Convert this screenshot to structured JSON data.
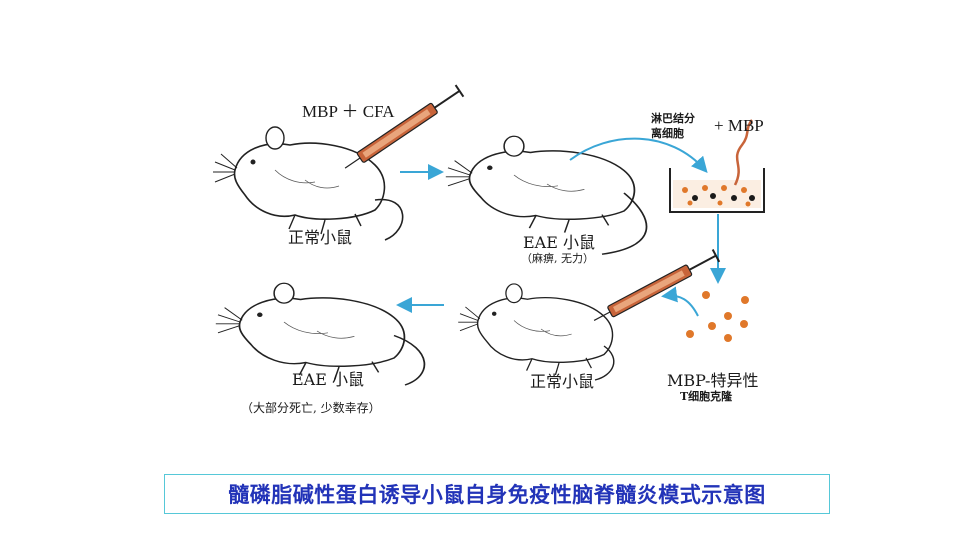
{
  "labels": {
    "injection_top": "MBP ＋ CFA",
    "normal_mouse_1": "正常小鼠",
    "eae_mouse_1": "EAE 小鼠",
    "eae_symptom": "（麻痹, 无力）",
    "lymph_cells": "淋巴结分\n离细胞",
    "plus_mbp": "+ MBP",
    "mbp_tcell_line1": "MBP-特异性",
    "mbp_tcell_line2": "T细胞克隆",
    "normal_mouse_2": "正常小鼠",
    "eae_mouse_2": "EAE 小鼠",
    "eae_outcome": "（大部分死亡, 少数幸存）"
  },
  "caption": "髓磷脂碱性蛋白诱导小鼠自身免疫性脑脊髓炎模式示意图",
  "colors": {
    "arrow": "#3aa6d6",
    "syringe_body": "#c8643a",
    "dots_orange": "#e0782a",
    "dots_black": "#1a1a1a",
    "caption_text": "#2233b8",
    "caption_border": "#56c8d8"
  }
}
